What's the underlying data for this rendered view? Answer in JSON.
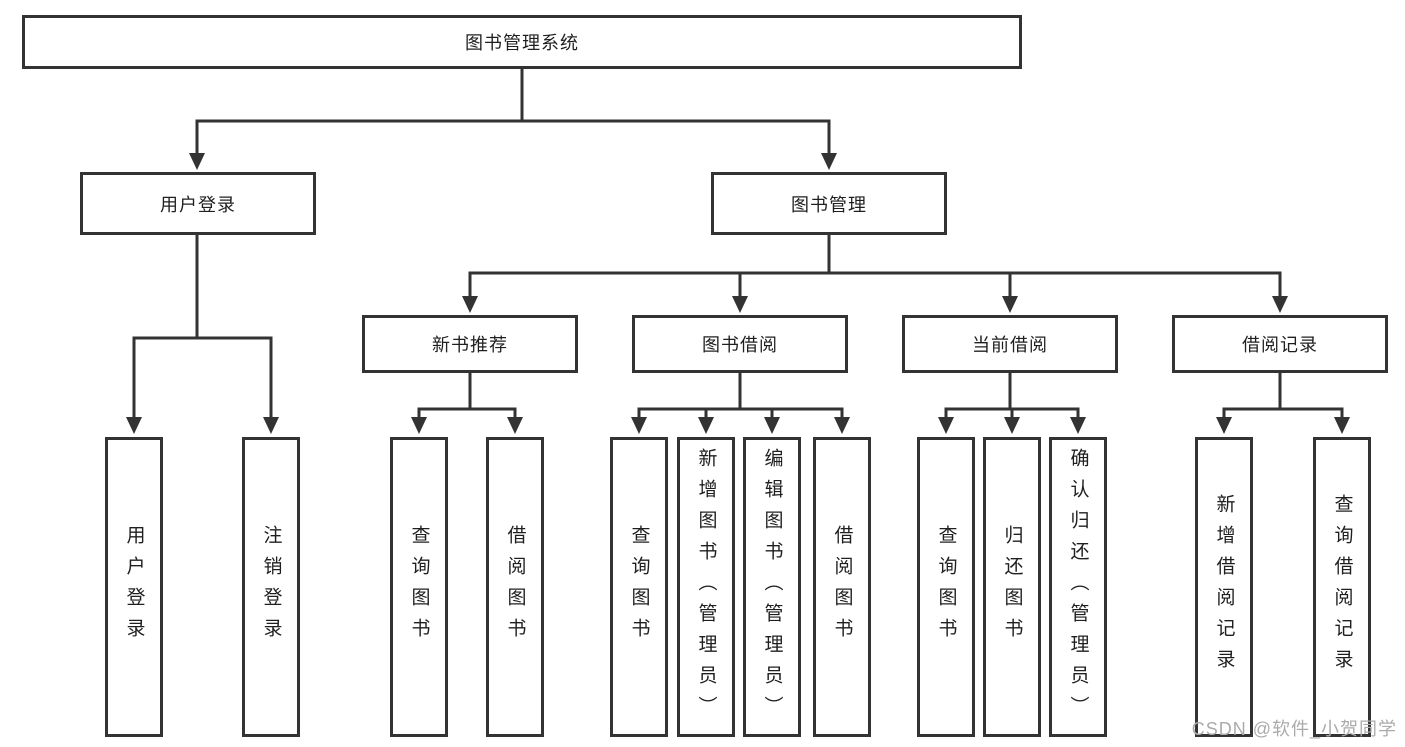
{
  "nodes": {
    "system": "图书管理系统",
    "user_login": "用户登录",
    "book_mgmt": "图书管理",
    "new_books": "新书推荐",
    "book_borrow": "图书借阅",
    "current_borrow": "当前借阅",
    "borrow_records": "借阅记录"
  },
  "leaves": {
    "user_login": [
      "用户登录",
      "注销登录"
    ],
    "new_books": [
      "查询图书",
      "借阅图书"
    ],
    "book_borrow": [
      "查询图书",
      "新增图书（管理员）",
      "编辑图书（管理员）",
      "借阅图书"
    ],
    "current_borrow": [
      "查询图书",
      "归还图书",
      "确认归还（管理员）"
    ],
    "borrow_records": [
      "新增借阅记录",
      "查询借阅记录"
    ]
  },
  "watermark": "CSDN @软件_小贺同学",
  "colors": {
    "line": "#333333",
    "box_border": "#333333",
    "text": "#1f1f1f",
    "watermark": "#ababab",
    "background": "#ffffff"
  }
}
